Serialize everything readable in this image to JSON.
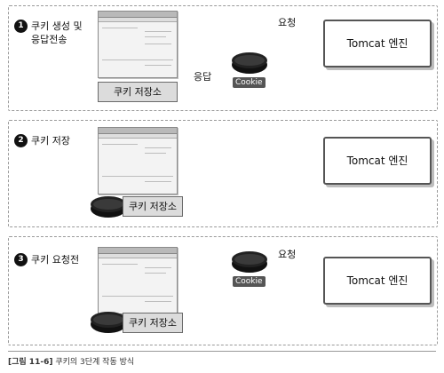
{
  "panel1": {
    "number": "1",
    "title_line1": "쿠키 생성 및",
    "title_line2": "응답전송",
    "request_label": "요청",
    "response_label": "응답",
    "cookie_label": "Cookie",
    "storage_label": "쿠키 저장소",
    "server_label": "Tomcat 엔진"
  },
  "panel2": {
    "number": "2",
    "title": "쿠키 저장",
    "storage_label": "쿠키 저장소",
    "server_label": "Tomcat 엔진"
  },
  "panel3": {
    "number": "3",
    "title": "쿠키 요청전",
    "request_label": "요청",
    "cookie_label": "Cookie",
    "storage_label": "쿠키 저장소",
    "server_label": "Tomcat 엔진"
  },
  "caption": {
    "figure": "[그림 11-6]",
    "text": "쿠키의 3단계 작동 방식"
  }
}
